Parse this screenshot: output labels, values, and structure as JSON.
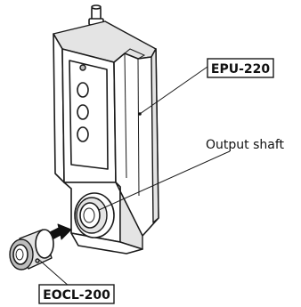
{
  "labels": {
    "epu": "EPU-220",
    "output_shaft": "Output shaft",
    "eocl": "EOCL-200"
  },
  "colors": {
    "ink": "#1a1a1a",
    "shade": "#e4e4e4",
    "background": "#ffffff"
  },
  "icons": {
    "insert_arrow": "arrow-right-icon"
  }
}
